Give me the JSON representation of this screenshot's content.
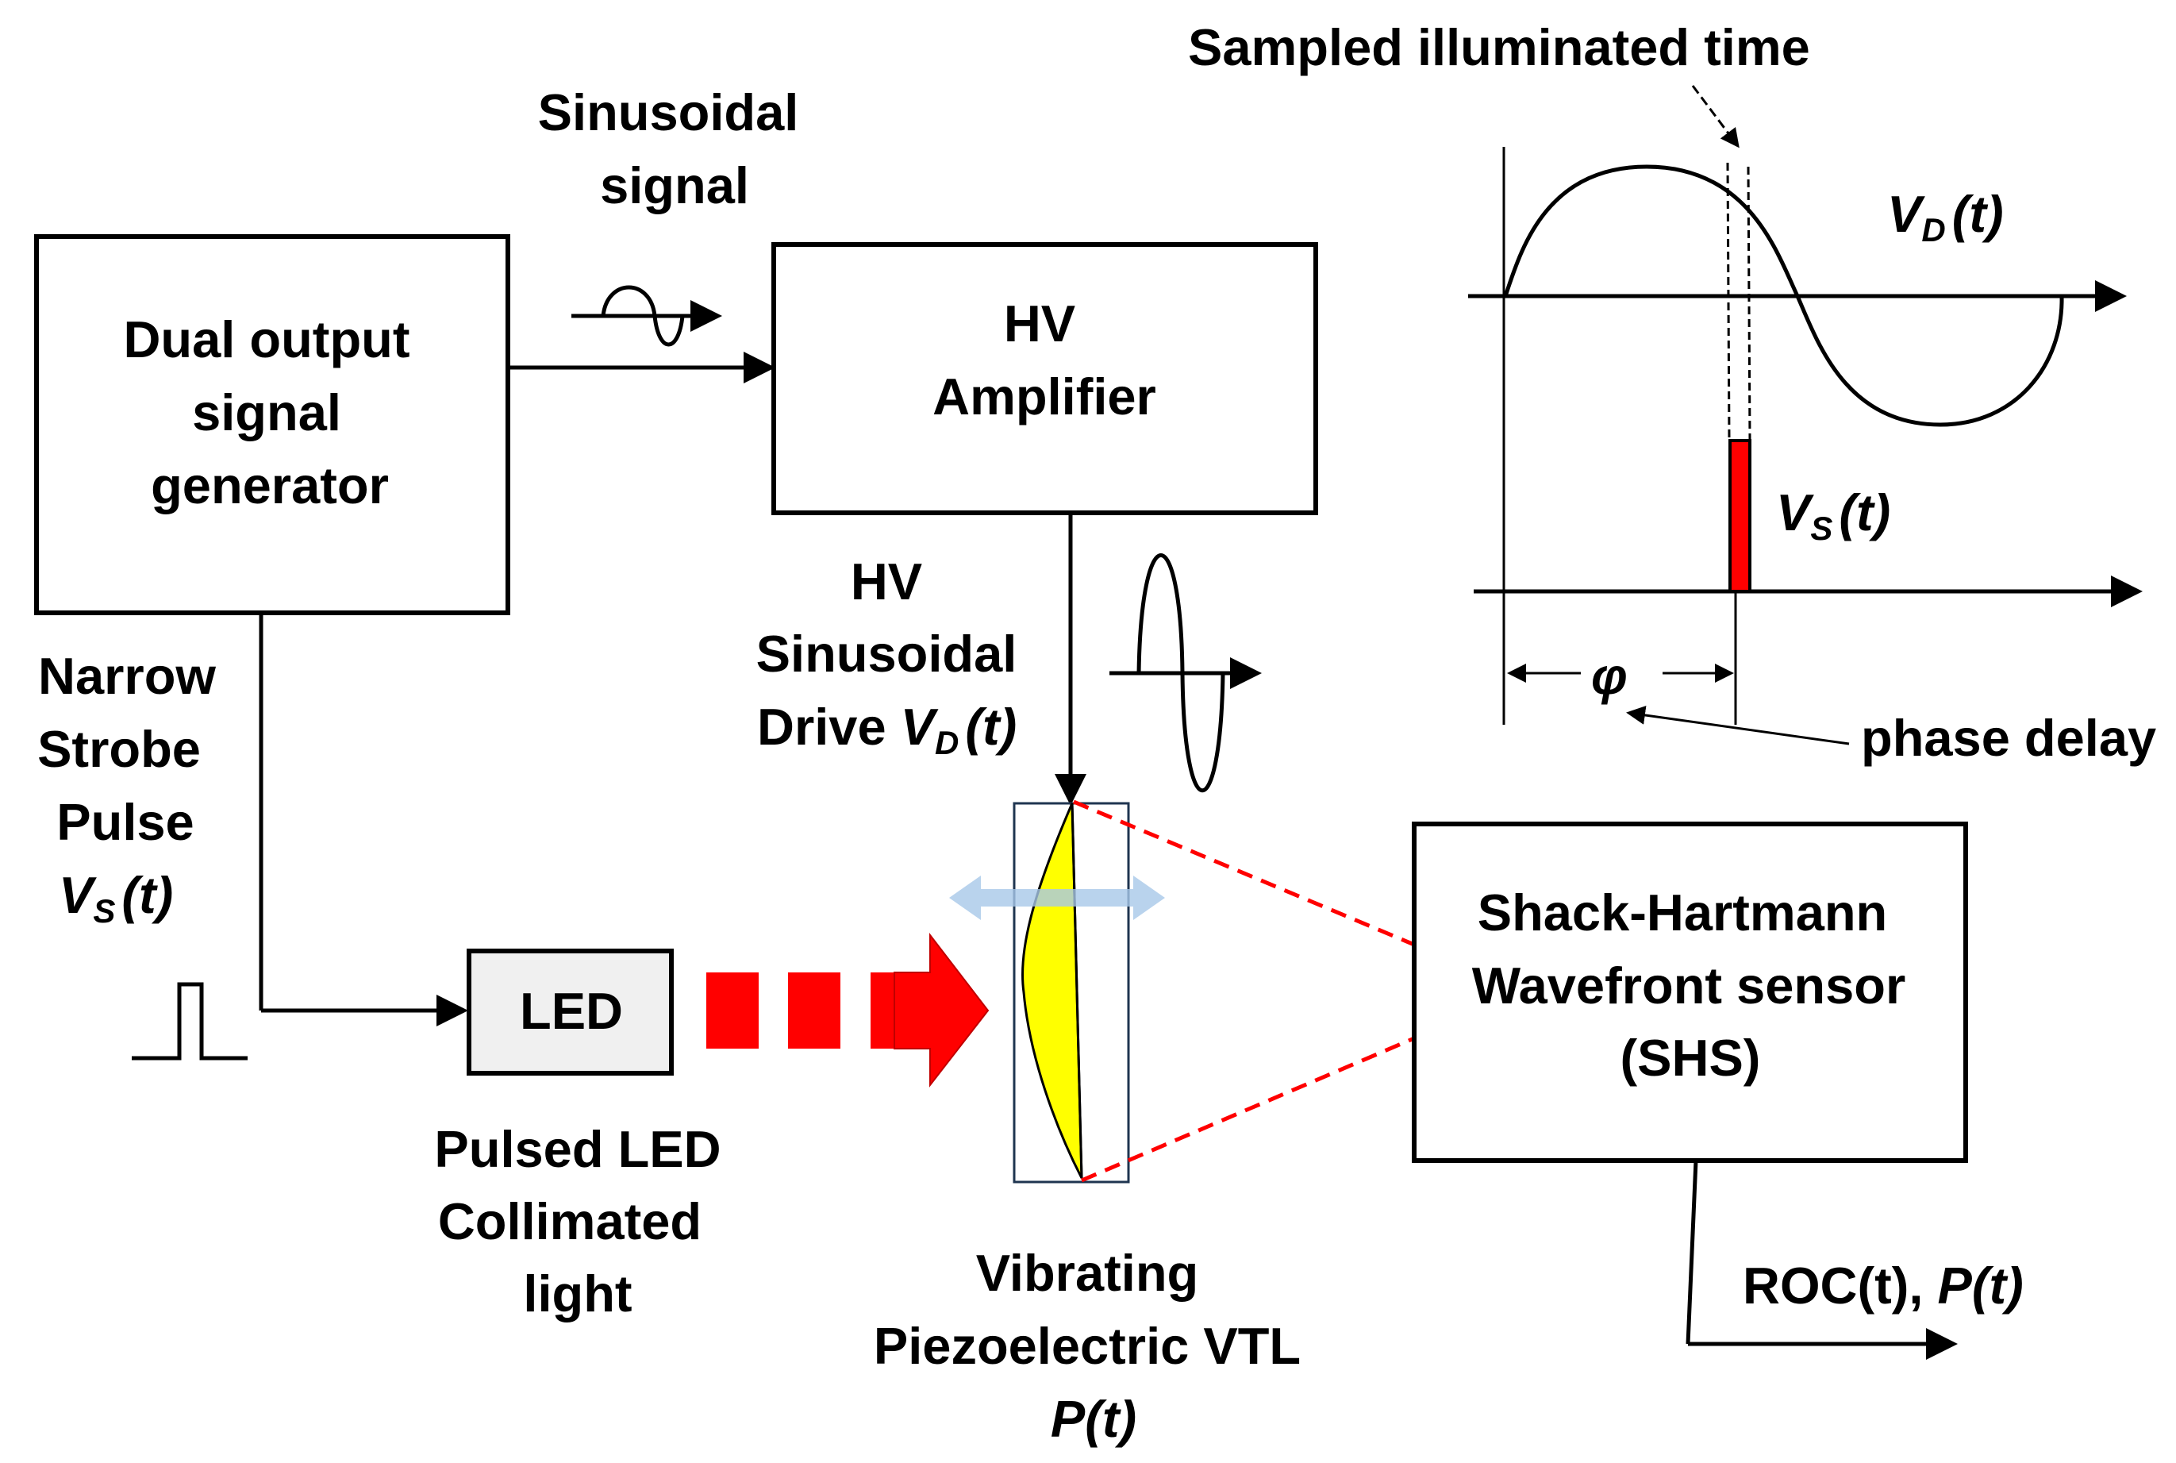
{
  "blocks": {
    "generator": {
      "lines": [
        "Dual output",
        "signal",
        "generator"
      ]
    },
    "amplifier": {
      "lines": [
        "HV",
        "Amplifier"
      ]
    },
    "led": {
      "label": "LED"
    },
    "shs": {
      "lines": [
        "Shack-Hartmann",
        "Wavefront sensor",
        "(SHS)"
      ]
    }
  },
  "labels": {
    "sinusoidal_signal": [
      "Sinusoidal",
      "signal"
    ],
    "hv_drive": [
      "HV",
      "Sinusoidal",
      "Drive "
    ],
    "strobe": [
      "Narrow",
      "Strobe",
      "Pulse"
    ],
    "pulsed_led": [
      "Pulsed LED",
      "Collimated",
      "light"
    ],
    "vtl": [
      "Vibrating",
      "Piezoelectric VTL",
      "P(t)"
    ],
    "roc": {
      "text": "ROC(t), ",
      "italic": "P(t)"
    },
    "sampled_time": "Sampled illuminated time",
    "phase_delay": "phase delay",
    "phi": "φ"
  },
  "symbols": {
    "v": "V",
    "sub_d": "D",
    "sub_s": "S",
    "arg": "(t)"
  },
  "colors": {
    "strobe_pulse": "#ff0000",
    "led_beam": "#ff0000",
    "lens_fill": "#ffff00",
    "vibration_arrow": "#a8c8e8",
    "led_box_fill": "#f0f0f0",
    "dashed_lines": "#ff0000"
  }
}
